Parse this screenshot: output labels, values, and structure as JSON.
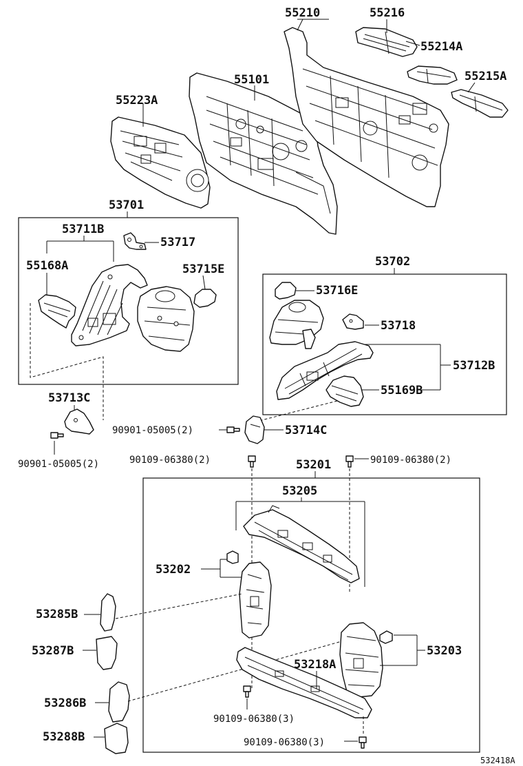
{
  "labels": {
    "p55210": "55210",
    "p55216": "55216",
    "p55214a": "55214A",
    "p55215a": "55215A",
    "p55101": "55101",
    "p55223a": "55223A",
    "p53701": "53701",
    "p53711b": "53711B",
    "p53717": "53717",
    "p55168a": "55168A",
    "p53715e": "53715E",
    "p53702": "53702",
    "p53716e": "53716E",
    "p53718": "53718",
    "p53712b": "53712B",
    "p55169b": "55169B",
    "p53713c": "53713C",
    "p53714c": "53714C",
    "bolt_a": "90901-05005(2)",
    "bolt_b": "90901-05005(2)",
    "bolt_c": "90109-06380(2)",
    "bolt_d": "90109-06380(2)",
    "p53201": "53201",
    "p53205": "53205",
    "p53202": "53202",
    "p53285b": "53285B",
    "p53287b": "53287B",
    "p53203": "53203",
    "p53218a": "53218A",
    "p53286b": "53286B",
    "p53288b": "53288B",
    "bolt_e": "90109-06380(3)",
    "bolt_f": "90109-06380(3)",
    "diagram_code": "532418A"
  }
}
